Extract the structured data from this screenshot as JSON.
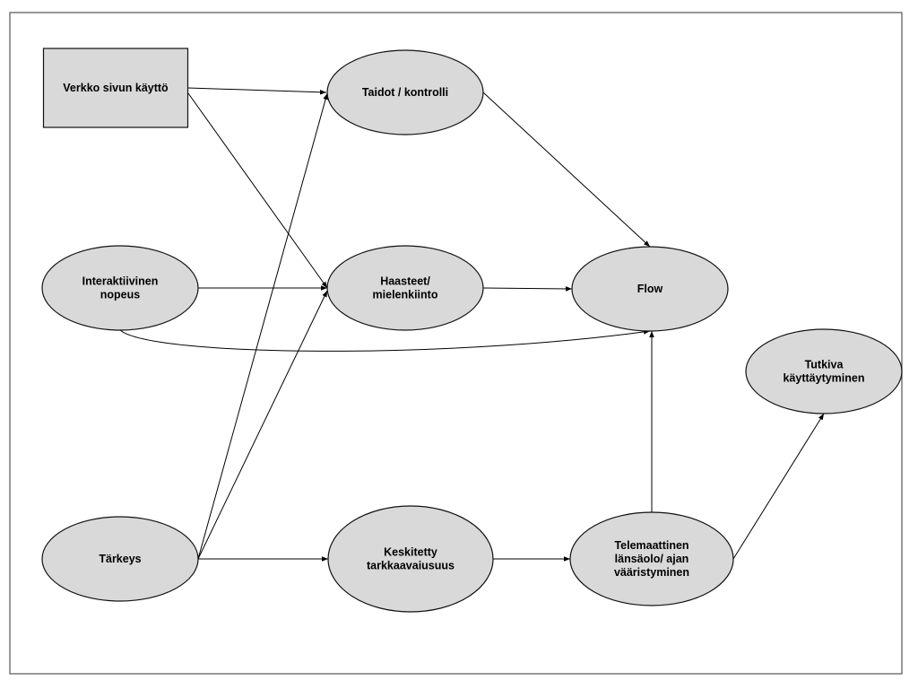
{
  "colors": {
    "node_fill": "#d9d9d9",
    "node_stroke": "#111111",
    "edge": "#000000",
    "frame": "#555555",
    "background": "#ffffff"
  },
  "nodes": {
    "verkko": {
      "shape": "rectangle",
      "label": [
        "Verkko sivun käyttö"
      ]
    },
    "taidot": {
      "shape": "ellipse",
      "label": [
        "Taidot / kontrolli"
      ]
    },
    "interaktiivinen": {
      "shape": "ellipse",
      "label": [
        "Interaktiivinen",
        "nopeus"
      ]
    },
    "haasteet": {
      "shape": "ellipse",
      "label": [
        "Haasteet/",
        "mielenkiinto"
      ]
    },
    "flow": {
      "shape": "ellipse",
      "label": [
        "Flow"
      ]
    },
    "tutkiva": {
      "shape": "ellipse",
      "label": [
        "Tutkiva",
        "käyttäytyminen"
      ]
    },
    "tarkeys": {
      "shape": "ellipse",
      "label": [
        "Tärkeys"
      ]
    },
    "keskitetty": {
      "shape": "ellipse",
      "label": [
        "Keskitetty",
        "tarkkaavaiusuus"
      ]
    },
    "telemaattinen": {
      "shape": "ellipse",
      "label": [
        "Telemaattinen",
        "länsäolo/ ajan",
        "vääristyminen"
      ]
    }
  },
  "edges": [
    {
      "from": "verkko",
      "to": "taidot"
    },
    {
      "from": "verkko",
      "to": "haasteet"
    },
    {
      "from": "interaktiivinen",
      "to": "haasteet"
    },
    {
      "from": "interaktiivinen",
      "to": "flow"
    },
    {
      "from": "taidot",
      "to": "flow"
    },
    {
      "from": "haasteet",
      "to": "flow"
    },
    {
      "from": "tarkeys",
      "to": "taidot"
    },
    {
      "from": "tarkeys",
      "to": "haasteet"
    },
    {
      "from": "tarkeys",
      "to": "keskitetty"
    },
    {
      "from": "keskitetty",
      "to": "telemaattinen"
    },
    {
      "from": "telemaattinen",
      "to": "flow"
    },
    {
      "from": "telemaattinen",
      "to": "tutkiva"
    }
  ]
}
